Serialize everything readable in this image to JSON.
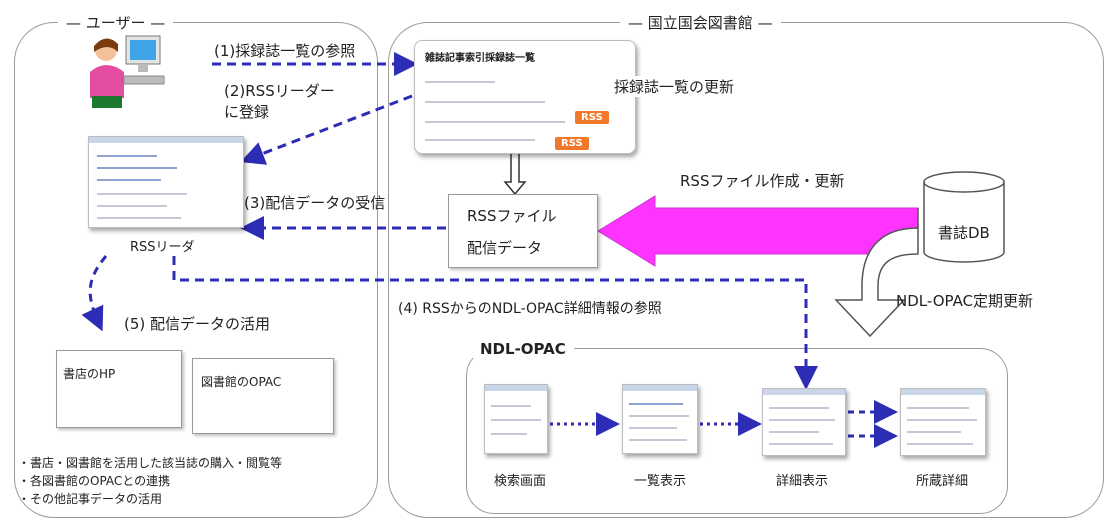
{
  "user_panel": {
    "title": "ユーザー"
  },
  "ndl_panel": {
    "title": "国立国会図書館"
  },
  "opac_panel": {
    "title": "NDL-OPAC"
  },
  "steps": {
    "s1": "(1)採録誌一覧の参照",
    "s2a": "(2)RSSリーダー",
    "s2b": "に登録",
    "s3": "(3)配信データの受信",
    "s4": "(4) RSSからのNDL-OPAC詳細情報の参照",
    "s5": "(5) 配信データの活用"
  },
  "journal_list": {
    "title": "雑誌記事索引採録誌一覧",
    "update_label": "採録誌一覧の更新",
    "badge": "RSS"
  },
  "rss_reader": {
    "label": "RSSリーダ"
  },
  "rss_file": {
    "line1": "RSSファイル",
    "line2": "配信データ"
  },
  "rss_create_label": "RSSファイル作成・更新",
  "db": {
    "label": "書誌DB"
  },
  "opac_update_label": "NDL-OPAC定期更新",
  "bookstore_box": {
    "label": "書店のHP"
  },
  "library_box": {
    "label": "図書館のOPAC"
  },
  "bullets": [
    "・書店・図書館を活用した該当誌の購入・閲覧等",
    "・各図書館のOPACとの連携",
    "・その他記事データの活用"
  ],
  "opac_screens": [
    {
      "label": "検索画面"
    },
    {
      "label": "一覧表示"
    },
    {
      "label": "詳細表示"
    },
    {
      "label": "所蔵詳細"
    }
  ],
  "colors": {
    "dashed_arrow": "#2c2cb4",
    "magenta_arrow": "#ff33ff",
    "panel_border": "#9a9a9a"
  }
}
